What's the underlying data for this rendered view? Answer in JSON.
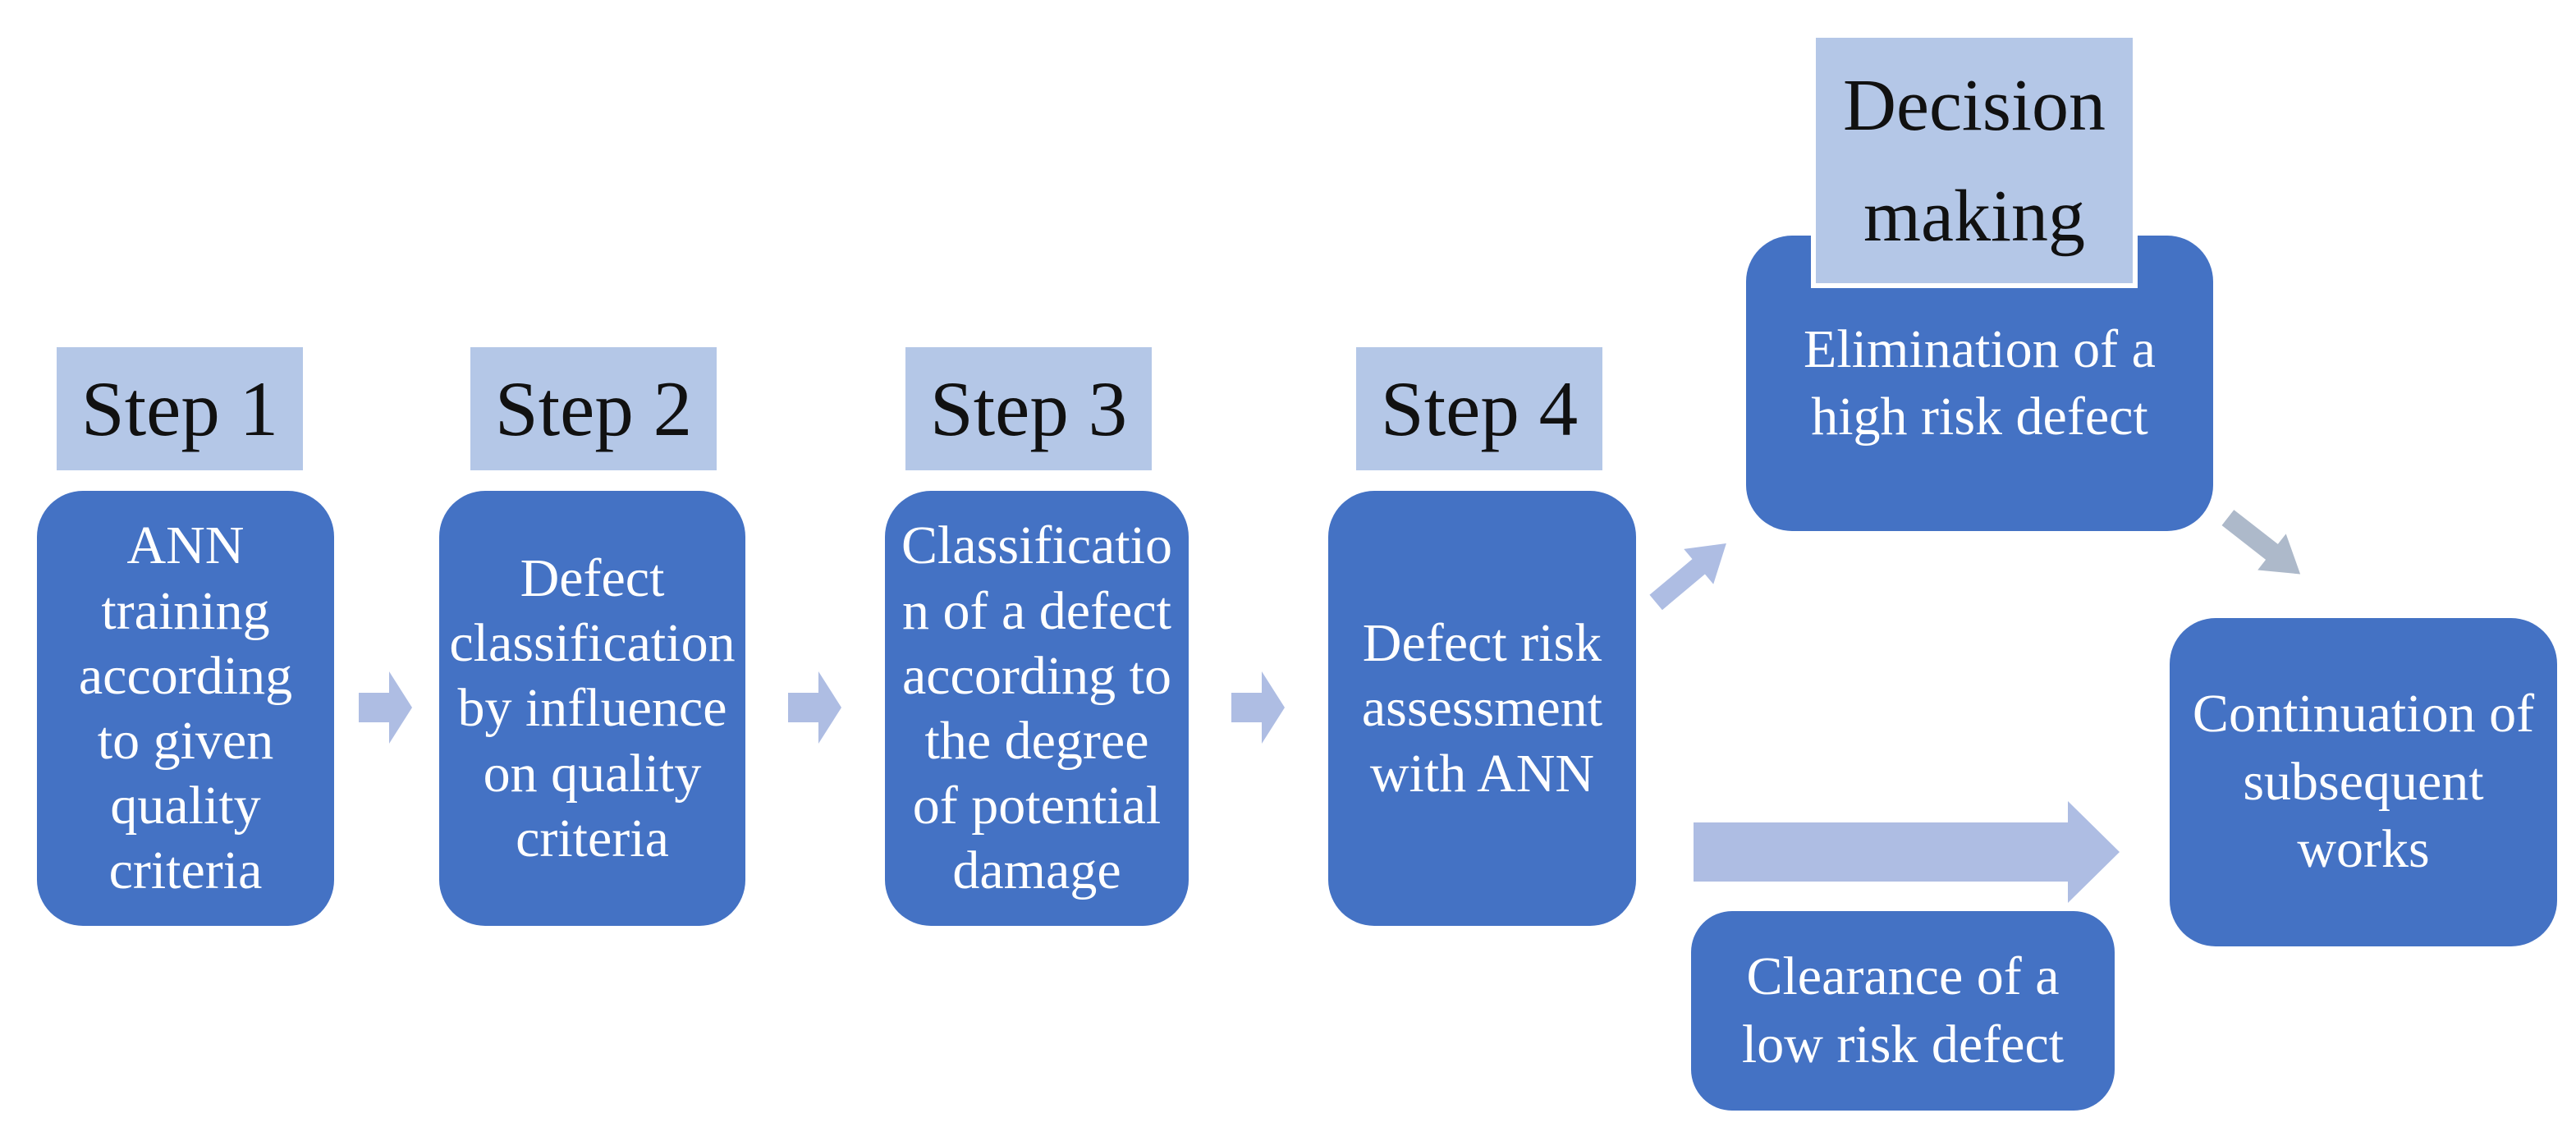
{
  "diagram": {
    "steps": [
      {
        "label": "Step 1",
        "text": "ANN\ntraining\naccording\nto given\nquality\ncriteria"
      },
      {
        "label": "Step 2",
        "text": "Defect\nclassification\nby influence\non quality\ncriteria"
      },
      {
        "label": "Step 3",
        "text": "Classificatio\nn of a defect\naccording to\nthe degree\nof potential\ndamage"
      },
      {
        "label": "Step 4",
        "text": "Defect risk\nassessment\nwith ANN"
      }
    ],
    "decision_label": "Decision\nmaking",
    "outcomes": {
      "elimination": "Elimination of a\nhigh risk defect",
      "continuation": "Continuation of\nsubsequent\nworks",
      "clearance": "Clearance of a\nlow risk defect"
    },
    "colors": {
      "box_dark": "#4472C4",
      "box_light": "#B4C7E7",
      "arrow_light": "#AEBDE3",
      "arrow_gray": "#ADB9CA",
      "text_dark_box": "#FFFFFF",
      "text_light_box": "#111111",
      "background": "#FFFFFF"
    }
  }
}
